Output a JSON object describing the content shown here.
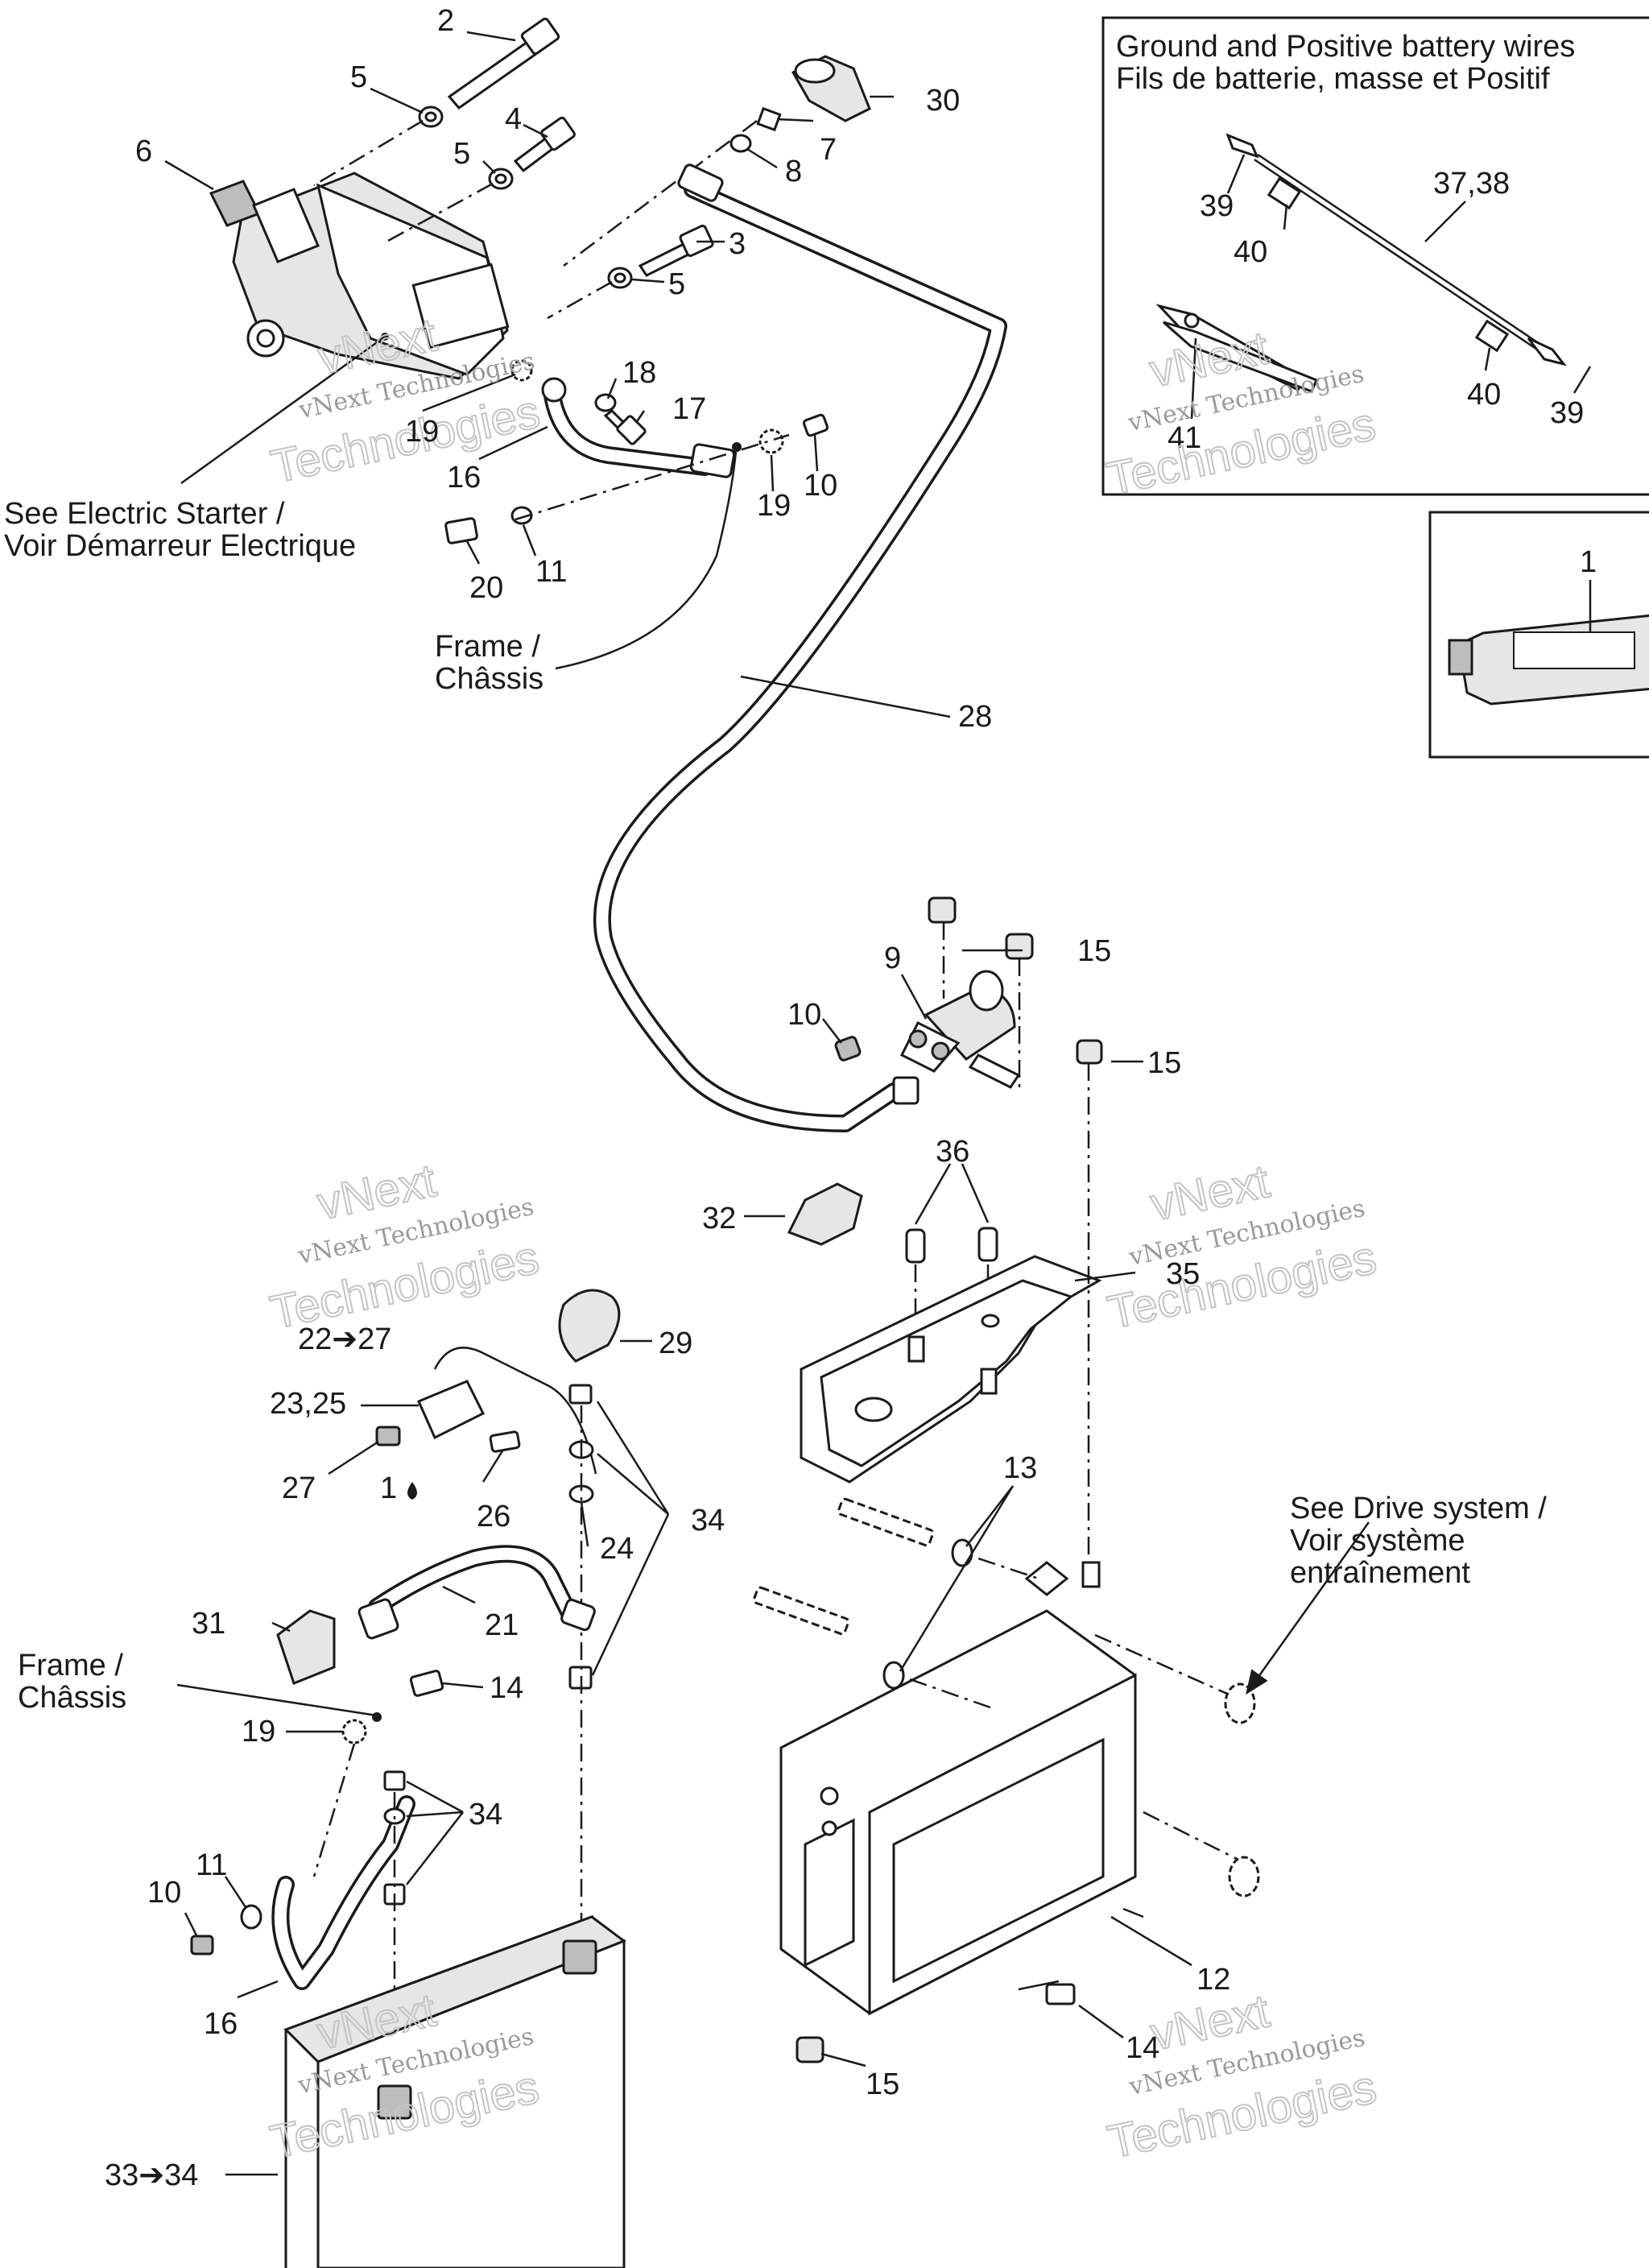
{
  "inset_wires": {
    "title_line1": "Ground and Positive battery wires",
    "title_line2": "Fils de batterie, masse et Positif"
  },
  "notes": {
    "electric_starter_1": "See Electric Starter /",
    "electric_starter_2": "Voir Démarreur Electrique",
    "frame_1": "Frame /",
    "frame_2": "Châssis",
    "drive_1": "See Drive system /",
    "drive_2": "Voir système",
    "drive_3": "entraînement"
  },
  "watermark": {
    "line1": "vNext Technologies",
    "line2": "vNext",
    "line3": "Technologies"
  },
  "callouts": {
    "c2": "2",
    "c5a": "5",
    "c4": "4",
    "c5b": "5",
    "c6": "6",
    "c30": "30",
    "c7": "7",
    "c8": "8",
    "c3": "3",
    "c5c": "5",
    "c18": "18",
    "c17": "17",
    "c19a": "19",
    "c16a": "16",
    "c19b": "19",
    "c10a": "10",
    "c20": "20",
    "c11a": "11",
    "c28": "28",
    "c39a": "39",
    "c40a": "40",
    "c37_38": "37,38",
    "c40b": "40",
    "c39b": "39",
    "c41": "41",
    "c1a": "1",
    "c15a": "15",
    "c9": "9",
    "c10b": "10",
    "c15b": "15",
    "c36": "36",
    "c32": "32",
    "c35": "35",
    "c22_27": "22➔27",
    "c29": "29",
    "c23_25": "23,25",
    "c27": "27",
    "c1b": "1",
    "c26": "26",
    "c24": "24",
    "c34a": "34",
    "c13": "13",
    "c31": "31",
    "c21": "21",
    "c14a": "14",
    "c19c": "19",
    "c34b": "34",
    "c11b": "11",
    "c10c": "10",
    "c16b": "16",
    "c12": "12",
    "c14b": "14",
    "c15c": "15",
    "c33_34": "33➔34"
  }
}
